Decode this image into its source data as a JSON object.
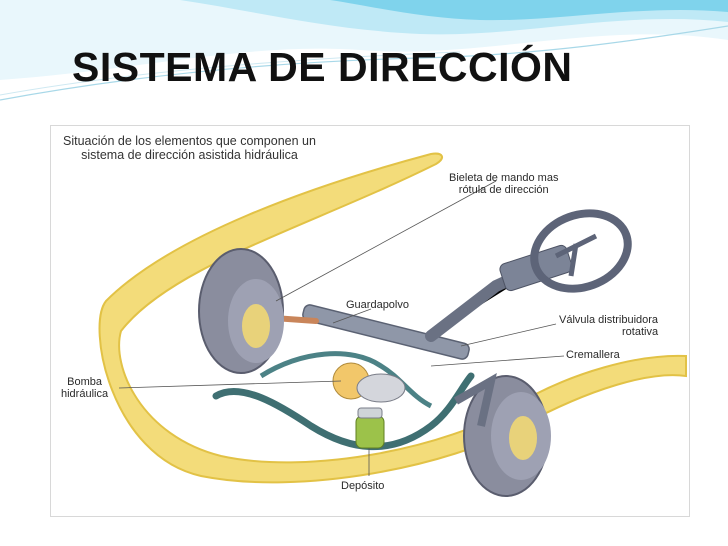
{
  "slide": {
    "title": "SISTEMA DE DIRECCIÓN"
  },
  "diagram": {
    "caption_line1": "Situación de los elementos que componen un",
    "caption_line2": "sistema de dirección asistida hidráulica",
    "labels": {
      "bieleta_line1": "Bieleta de mando mas",
      "bieleta_line2": "rótula de dirección",
      "guardapolvo": "Guardapolvo",
      "valvula_line1": "Válvula distribuidora",
      "valvula_line2": "rotativa",
      "cremallera": "Cremallera",
      "bomba_line1": "Bomba",
      "bomba_line2": "hidráulica",
      "deposito": "Depósito"
    }
  },
  "colors": {
    "body_outline": "#f0d24a",
    "tire": "#8a8d9e",
    "hub": "#e8d27a",
    "hose": "#3f6f72",
    "reservoir": "#9cc24a",
    "wave": "#7fd3ec"
  }
}
